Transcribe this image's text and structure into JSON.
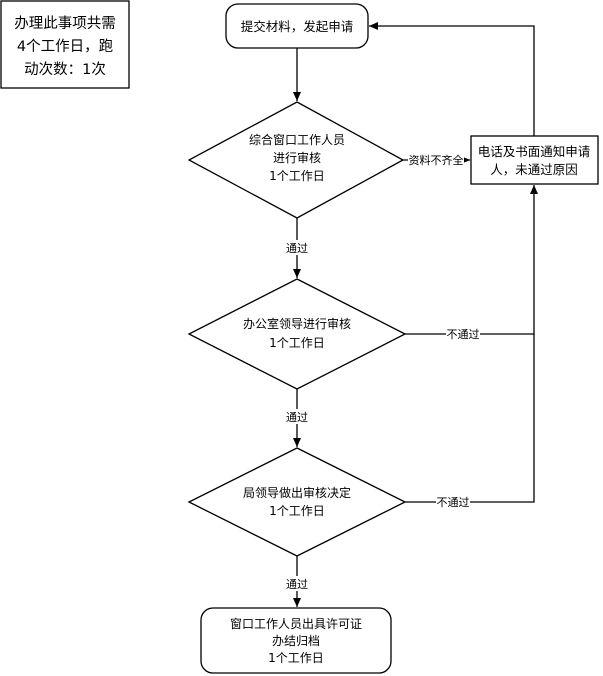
{
  "note": {
    "lines": [
      "办理此事项共需",
      "4个工作日，跑",
      "动次数：1次"
    ]
  },
  "nodes": {
    "start": {
      "lines": [
        "提交材料，发起申请"
      ]
    },
    "review1": {
      "lines": [
        "综合窗口工作人员",
        "进行审核",
        "1个工作日"
      ]
    },
    "notify": {
      "lines": [
        "电话及书面通知申请",
        "人，未通过原因"
      ]
    },
    "review2": {
      "lines": [
        "办公室领导进行审核",
        "1个工作日"
      ]
    },
    "review3": {
      "lines": [
        "局领导做出审核决定",
        "1个工作日"
      ]
    },
    "end": {
      "lines": [
        "窗口工作人员出具许可证",
        "办结归档",
        "1个工作日"
      ]
    }
  },
  "edges": {
    "incomplete": "资料不齐全",
    "pass1": "通过",
    "pass2": "通过",
    "pass3": "通过",
    "fail2": "不通过",
    "fail3": "不通过"
  }
}
